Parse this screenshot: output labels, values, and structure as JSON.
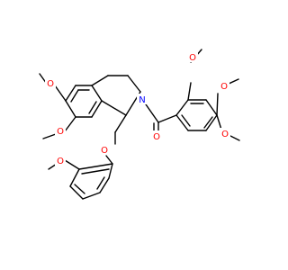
{
  "diagram": {
    "type": "chemical-structure",
    "colors": {
      "bond": "#000000",
      "oxygen": "#ff0000",
      "nitrogen": "#0000ff",
      "background": "#ffffff"
    },
    "atom_labels": {
      "o_methoxy_left_top": "O",
      "o_methoxy_left_bottom": "O",
      "o_methoxy_right_top": "O",
      "o_methoxy_right_mid": "O",
      "o_methoxy_right_bottom": "O",
      "o_carbonyl": "O",
      "o_ether": "O",
      "o_methoxy_bottom": "O",
      "n_ring": "N"
    }
  }
}
